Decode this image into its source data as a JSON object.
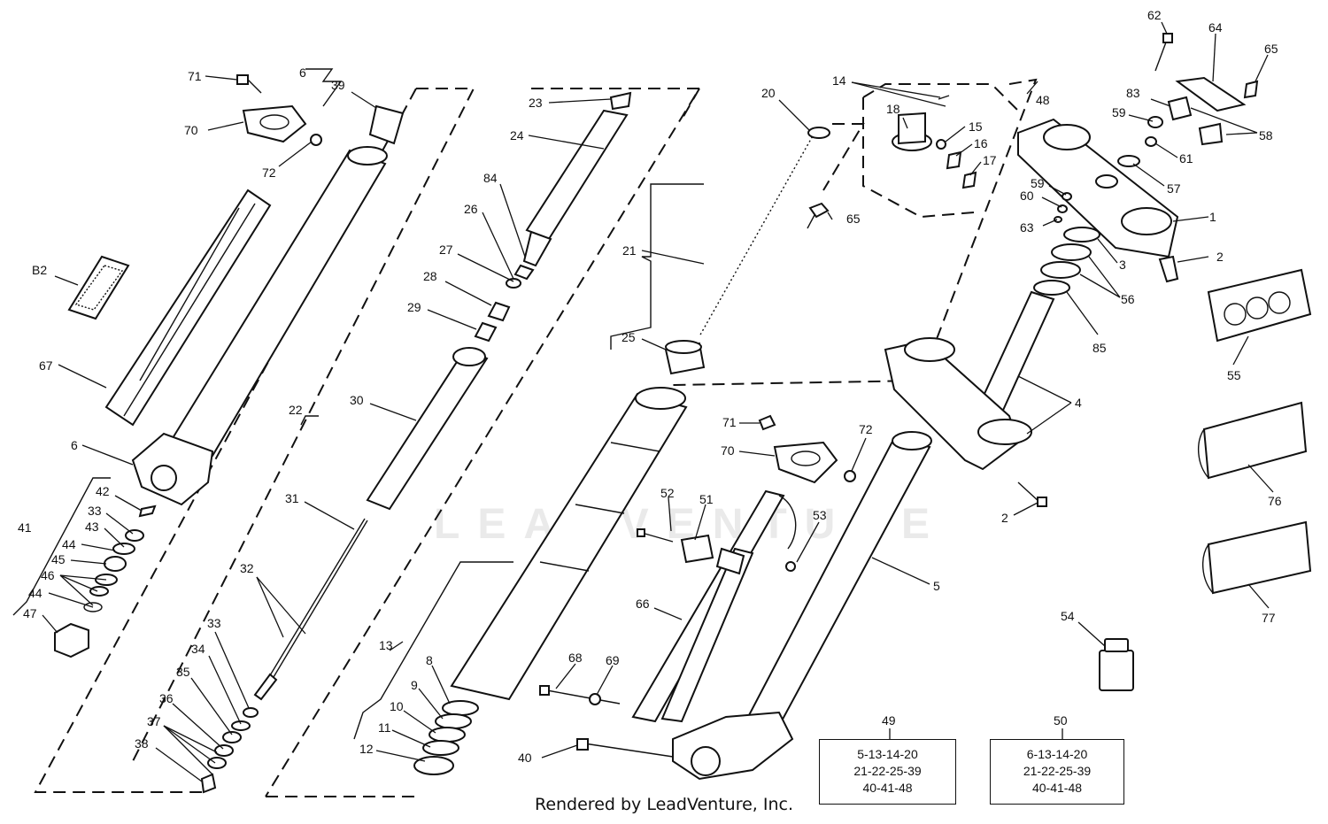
{
  "watermark": "LEADVENTURE",
  "footer": "Rendered by LeadVenture, Inc.",
  "labels": [
    {
      "id": "l71a",
      "text": "71"
    },
    {
      "id": "l6a",
      "text": "6"
    },
    {
      "id": "l39",
      "text": "39"
    },
    {
      "id": "l70a",
      "text": "70"
    },
    {
      "id": "l72a",
      "text": "72"
    },
    {
      "id": "lB2",
      "text": "B2"
    },
    {
      "id": "l67",
      "text": "67"
    },
    {
      "id": "l6b",
      "text": "6"
    },
    {
      "id": "l42",
      "text": "42"
    },
    {
      "id": "l33a",
      "text": "33"
    },
    {
      "id": "l43",
      "text": "43"
    },
    {
      "id": "l41",
      "text": "41"
    },
    {
      "id": "l44a",
      "text": "44"
    },
    {
      "id": "l45",
      "text": "45"
    },
    {
      "id": "l46",
      "text": "46"
    },
    {
      "id": "l44b",
      "text": "44"
    },
    {
      "id": "l47",
      "text": "47"
    },
    {
      "id": "l22",
      "text": "22"
    },
    {
      "id": "l23",
      "text": "23"
    },
    {
      "id": "l24",
      "text": "24"
    },
    {
      "id": "l84",
      "text": "84"
    },
    {
      "id": "l26",
      "text": "26"
    },
    {
      "id": "l27",
      "text": "27"
    },
    {
      "id": "l28",
      "text": "28"
    },
    {
      "id": "l29",
      "text": "29"
    },
    {
      "id": "l30",
      "text": "30"
    },
    {
      "id": "l31",
      "text": "31"
    },
    {
      "id": "l32",
      "text": "32"
    },
    {
      "id": "l33b",
      "text": "33"
    },
    {
      "id": "l34",
      "text": "34"
    },
    {
      "id": "l35",
      "text": "35"
    },
    {
      "id": "l36",
      "text": "36"
    },
    {
      "id": "l37",
      "text": "37"
    },
    {
      "id": "l38",
      "text": "38"
    },
    {
      "id": "l20",
      "text": "20"
    },
    {
      "id": "l21",
      "text": "21"
    },
    {
      "id": "l25",
      "text": "25"
    },
    {
      "id": "l14",
      "text": "14"
    },
    {
      "id": "l18",
      "text": "18"
    },
    {
      "id": "l15",
      "text": "15"
    },
    {
      "id": "l16",
      "text": "16"
    },
    {
      "id": "l17",
      "text": "17"
    },
    {
      "id": "l48",
      "text": "48"
    },
    {
      "id": "l65a",
      "text": "65"
    },
    {
      "id": "l62",
      "text": "62"
    },
    {
      "id": "l64",
      "text": "64"
    },
    {
      "id": "l65b",
      "text": "65"
    },
    {
      "id": "l83",
      "text": "83"
    },
    {
      "id": "l59a",
      "text": "59"
    },
    {
      "id": "l58",
      "text": "58"
    },
    {
      "id": "l61",
      "text": "61"
    },
    {
      "id": "l57",
      "text": "57"
    },
    {
      "id": "l59b",
      "text": "59"
    },
    {
      "id": "l60",
      "text": "60"
    },
    {
      "id": "l63",
      "text": "63"
    },
    {
      "id": "l1",
      "text": "1"
    },
    {
      "id": "l2a",
      "text": "2"
    },
    {
      "id": "l3",
      "text": "3"
    },
    {
      "id": "l56",
      "text": "56"
    },
    {
      "id": "l85",
      "text": "85"
    },
    {
      "id": "l55",
      "text": "55"
    },
    {
      "id": "l4",
      "text": "4"
    },
    {
      "id": "l2b",
      "text": "2"
    },
    {
      "id": "l76",
      "text": "76"
    },
    {
      "id": "l77",
      "text": "77"
    },
    {
      "id": "l71b",
      "text": "71"
    },
    {
      "id": "l72b",
      "text": "72"
    },
    {
      "id": "l70b",
      "text": "70"
    },
    {
      "id": "l52",
      "text": "52"
    },
    {
      "id": "l51",
      "text": "51"
    },
    {
      "id": "l53",
      "text": "53"
    },
    {
      "id": "l5",
      "text": "5"
    },
    {
      "id": "l13",
      "text": "13"
    },
    {
      "id": "l8",
      "text": "8"
    },
    {
      "id": "l9",
      "text": "9"
    },
    {
      "id": "l10",
      "text": "10"
    },
    {
      "id": "l11",
      "text": "11"
    },
    {
      "id": "l12",
      "text": "12"
    },
    {
      "id": "l66",
      "text": "66"
    },
    {
      "id": "l68",
      "text": "68"
    },
    {
      "id": "l69",
      "text": "69"
    },
    {
      "id": "l40",
      "text": "40"
    },
    {
      "id": "l54",
      "text": "54"
    },
    {
      "id": "l49",
      "text": "49"
    },
    {
      "id": "l50",
      "text": "50"
    }
  ],
  "kits": [
    {
      "id": "kit49",
      "lines": [
        "5-13-14-20",
        "21-22-25-39",
        "40-41-48"
      ]
    },
    {
      "id": "kit50",
      "lines": [
        "6-13-14-20",
        "21-22-25-39",
        "40-41-48"
      ]
    }
  ]
}
